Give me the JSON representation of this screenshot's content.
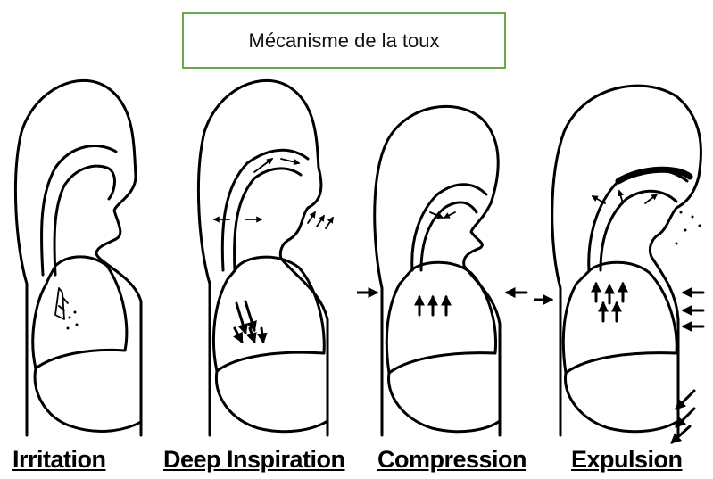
{
  "title": "Mécanisme de la toux",
  "stages": [
    {
      "label": "Irritation"
    },
    {
      "label": "Deep Inspiration"
    },
    {
      "label": "Compression"
    },
    {
      "label": "Expulsion"
    }
  ]
}
